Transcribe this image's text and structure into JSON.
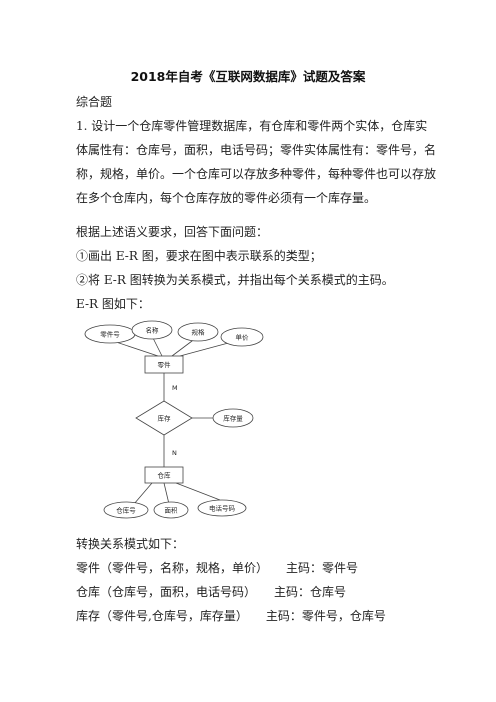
{
  "doc": {
    "title": "2018年自考《互联网数据库》试题及答案",
    "section": "综合题",
    "question": {
      "line1": "1. 设计一个仓库零件管理数据库，有仓库和零件两个实体，仓库实",
      "line2": "体属性有：仓库号，面积，电话号码；零件实体属性有：零件号，名",
      "line3": "称，规格，单价。一个仓库可以存放多种零件，每种零件也可以存放",
      "line4": "在多个仓库内，每个仓库存放的零件必须有一个库存量。"
    },
    "prompt": "根据上述语义要求，回答下面问题：",
    "task1": "①画出 E-R 图，要求在图中表示联系的类型；",
    "task2": "②将 E-R 图转换为关系模式，并指出每个关系模式的主码。",
    "er_caption": "E-R 图如下：",
    "er": {
      "attr_part_no": "零件号",
      "attr_name": "名称",
      "attr_spec": "规格",
      "attr_price": "单价",
      "entity_part": "零件",
      "card_m": "M",
      "relation": "库存",
      "attr_stock": "库存量",
      "card_n": "N",
      "entity_warehouse": "仓库",
      "attr_wh_no": "仓库号",
      "attr_area": "面积",
      "attr_phone": "电话号码"
    },
    "convert_caption": "转换关系模式如下：",
    "relations": [
      {
        "schema": "零件（零件号，名称，规格，单价）",
        "key": "主码：零件号"
      },
      {
        "schema": "仓库（仓库号，面积，电话号码）",
        "key": "主码：仓库号"
      },
      {
        "schema": "库存（零件号,仓库号，库存量）",
        "key": "主码：零件号，仓库号"
      }
    ]
  }
}
